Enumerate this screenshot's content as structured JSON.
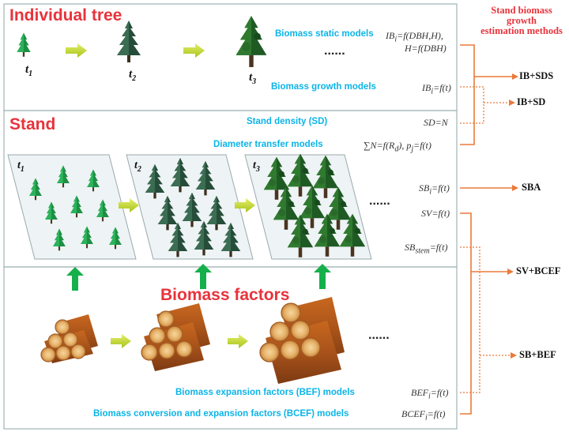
{
  "header": {
    "line1": "Stand biomass",
    "line2": "growth",
    "line3": "estimation methods"
  },
  "panels": {
    "individual_tree": "Individual tree",
    "stand": "Stand",
    "biomass_factors": "Biomass factors"
  },
  "time_labels": {
    "tree": [
      "t1",
      "t2",
      "t3"
    ],
    "stand": [
      "t1",
      "t2",
      "t3"
    ]
  },
  "ellipsis": "......",
  "models": {
    "biomass_static": "Biomass static models",
    "biomass_growth": "Biomass growth models",
    "stand_density": "Stand density (SD)",
    "diameter_transfer": "Diameter transfer models",
    "bef_models": "Biomass expansion factors (BEF) models",
    "bcef_models": "Biomass conversion and expansion factors (BCEF) models"
  },
  "equations": {
    "ib_static_1": "IBi=f(DBH,H),",
    "ib_static_2": "H=f(DBH)",
    "ib_growth": "IBi=f(t)",
    "sd": "SD=N",
    "dt": "∑N=f(Rd), pj=f(t)",
    "sb": "SBi=f(t)",
    "sv": "SV=f(t)",
    "sb_stem": "SBstem=f(t)",
    "bef": "BEFi=f(t)",
    "bcef": "BCEFi=f(t)"
  },
  "methods": {
    "ib_sds": "IB+SDS",
    "ib_sd": "IB+SD",
    "sba": "SBA",
    "sv_bcef": "SV+BCEF",
    "sb_bef": "SB+BEF"
  },
  "colors": {
    "title_red": "#e8333b",
    "model_cyan": "#0bb4e8",
    "bracket_orange": "#ea7a3a",
    "arrow_green": "#15b04b",
    "arrow_yellow": "#b7cf1e",
    "panel_border": "#9fb4b4",
    "parallelogram_fill": "#eef3f5"
  }
}
